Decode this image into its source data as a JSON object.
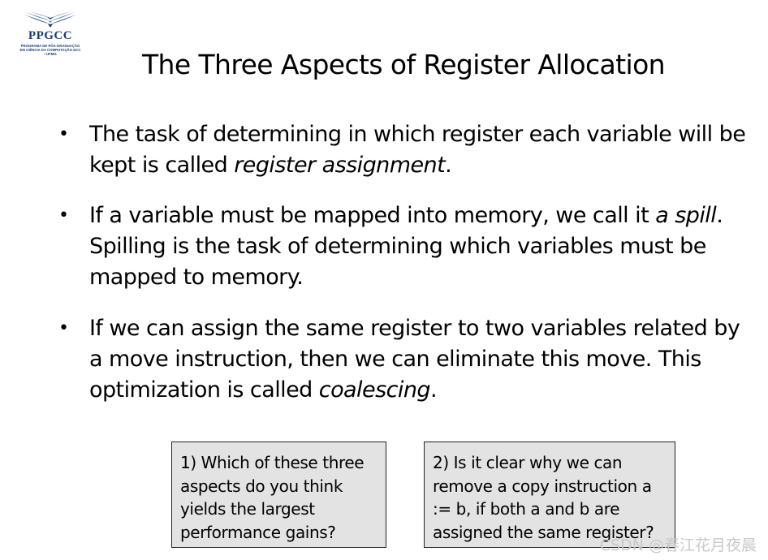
{
  "logo": {
    "name": "PPGCC",
    "subtitle": "PROGRAMA DE PÓS-GRADUAÇÃO EM CIÊNCIA DA COMPUTAÇÃO DCC • UFMG",
    "colors": {
      "primary": "#1b3d74",
      "secondary": "#5b84bf"
    }
  },
  "title": "The Three Aspects of Register Allocation",
  "bullets": [
    {
      "before": "The task of determining in which register each variable will be kept is called ",
      "emph": "register assignment",
      "after": "."
    },
    {
      "before": "If a variable must be mapped into memory, we call it ",
      "emph": "a spill",
      "after": ". Spilling is the task of determining which variables must be mapped to memory."
    },
    {
      "before": "If we can assign the same register to two variables related by a move instruction, then we can eliminate this move. This optimization is called ",
      "emph": "coalescing",
      "after": "."
    }
  ],
  "questions": [
    "1) Which of these three aspects do you think yields the largest performance gains?",
    "2) Is it clear why we can remove a copy instruction a := b, if both a and b are assigned the same register?"
  ],
  "watermark": "CSDN @春江花月夜晨"
}
